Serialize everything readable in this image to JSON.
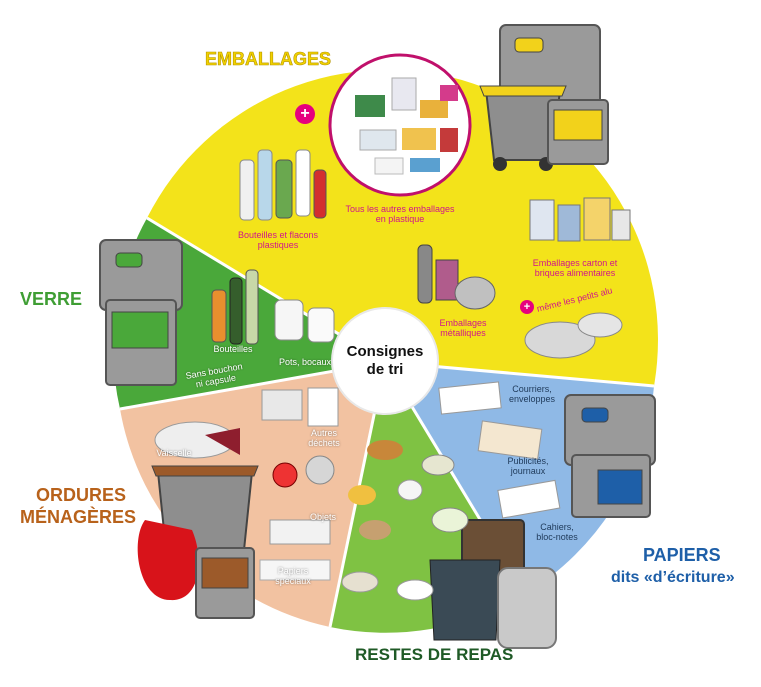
{
  "categories": {
    "emballages": {
      "title": "EMBALLAGES",
      "color": "#f0e000"
    },
    "verre": {
      "title": "VERRE",
      "color": "#4aa83a"
    },
    "ordures": {
      "title_line1": "ORDURES",
      "title_line2": "MÉNAGÈRES",
      "color": "#b8621b"
    },
    "papiers": {
      "title_line1": "PAPIERS",
      "title_line2": "dits «d’écriture»",
      "color": "#1e5fa8"
    },
    "restes": {
      "title": "RESTES DE REPAS",
      "color": "#1f5a26"
    }
  },
  "center": {
    "line1": "Consignes",
    "line2": "de tri"
  },
  "labels": {
    "autres_emballages": [
      "Tous les autres emballages",
      "en plastique"
    ],
    "bouteilles_flacons": [
      "Bouteilles et flacons",
      "plastiques"
    ],
    "carton_briques": [
      "Emballages carton et",
      "briques alimentaires"
    ],
    "metalliques": [
      "Emballages",
      "métalliques"
    ],
    "petits_alu": "même les petits alu",
    "bouteilles": "Bouteilles",
    "sans_bouchon": [
      "Sans bouchon",
      "ni capsule"
    ],
    "pots_bocaux": "Pots, bocaux",
    "vaisselle": "Vaisselle",
    "autres_dechets": [
      "Autres",
      "déchets"
    ],
    "objets": "Objets",
    "papiers_speciaux": [
      "Papiers",
      "spéciaux"
    ],
    "courriers": [
      "Courriers,",
      "enveloppes"
    ],
    "publicites": [
      "Publicités,",
      "journaux"
    ],
    "cahiers": [
      "Cahiers,",
      "bloc-notes"
    ]
  },
  "icons": {
    "plus": "+",
    "bin_logo": "cloud-logo-icon"
  }
}
